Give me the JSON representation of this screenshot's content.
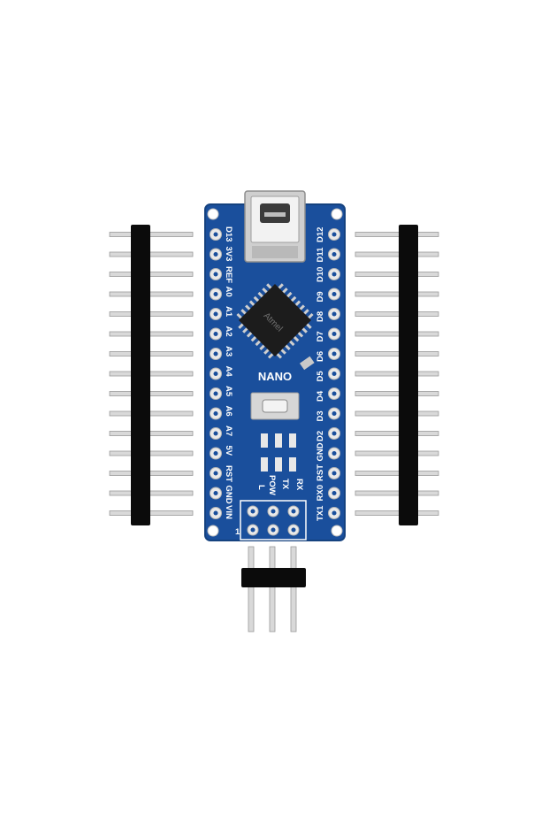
{
  "image": {
    "subject": "Arduino Nano board with separate pin header strips",
    "colors": {
      "board": "#1a4f9c",
      "header_plastic": "#0b0b0b",
      "pins": "#d9d9d9",
      "chip": "#1c1c1c",
      "background": "#ffffff"
    }
  },
  "board": {
    "name_label": "NANO",
    "chip_label": "Atmel",
    "left_pin_labels": [
      "D13",
      "3V3",
      "REF",
      "A0",
      "A1",
      "A2",
      "A3",
      "A4",
      "A5",
      "A6",
      "A7",
      "5V",
      "RST",
      "GND",
      "VIN"
    ],
    "right_pin_labels": [
      "D12",
      "D11",
      "D10",
      "D9",
      "D8",
      "D7",
      "D6",
      "D5",
      "D4",
      "D3",
      "D2",
      "GND",
      "RST",
      "RX0",
      "TX1"
    ],
    "led_labels": [
      "L",
      "POW",
      "TX",
      "RX"
    ],
    "icsp_marker": "1"
  }
}
